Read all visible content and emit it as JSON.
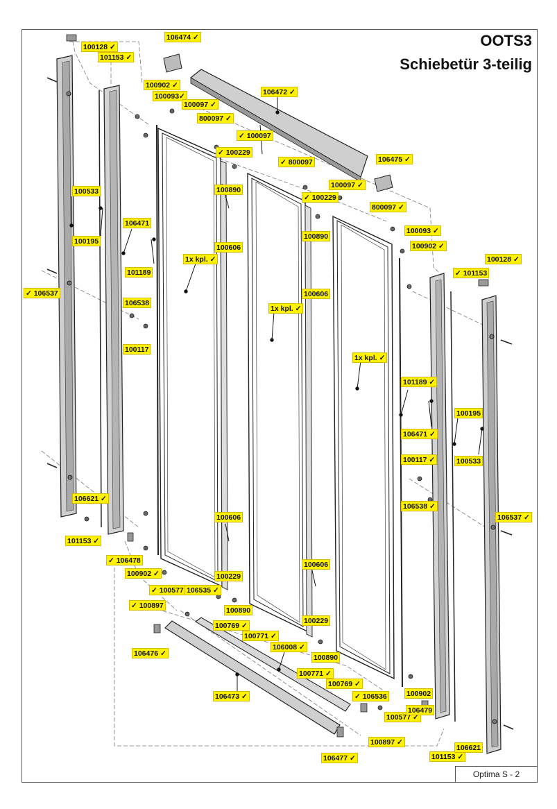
{
  "title": {
    "line1": "OOTS3",
    "line2": "Schiebetür 3-teilig"
  },
  "footer": "Optima S - 2",
  "labels": [
    "100128 ✓",
    "101153 ✓",
    "106474 ✓",
    "100902 ✓",
    "100093✓",
    "100097 ✓",
    "106472 ✓",
    "800097 ✓",
    "✓ 100097",
    "✓ 100229",
    "✓ 800097",
    "106475 ✓",
    "100890",
    "100097 ✓",
    "✓ 100229",
    "100533",
    "800097 ✓",
    "106471",
    "100195",
    "100606",
    "100890",
    "100093 ✓",
    "100902 ✓",
    "1x kpl. ✓",
    "101189",
    "✓ 101153",
    "100128 ✓",
    "✓ 106537",
    "100606",
    "1x kpl. ✓",
    "106538",
    "100117",
    "1x kpl. ✓",
    "101189 ✓",
    "100195",
    "106471 ✓",
    "100117 ✓",
    "100533",
    "106621 ✓",
    "106538 ✓",
    "100606",
    "106537 ✓",
    "101153 ✓",
    "✓ 106478",
    "100606",
    "100902 ✓",
    "100229",
    "✓ 100577",
    "106535 ✓",
    "✓ 100897",
    "100890",
    "100769 ✓",
    "100229",
    "100771 ✓",
    "106008 ✓",
    "106476 ✓",
    "100890",
    "100771 ✓",
    "100769 ✓",
    "✓ 106536",
    "100902",
    "106473 ✓",
    "100577 ✓",
    "106479",
    "100897 ✓",
    "101153 ✓",
    "106621",
    "106477 ✓"
  ]
}
